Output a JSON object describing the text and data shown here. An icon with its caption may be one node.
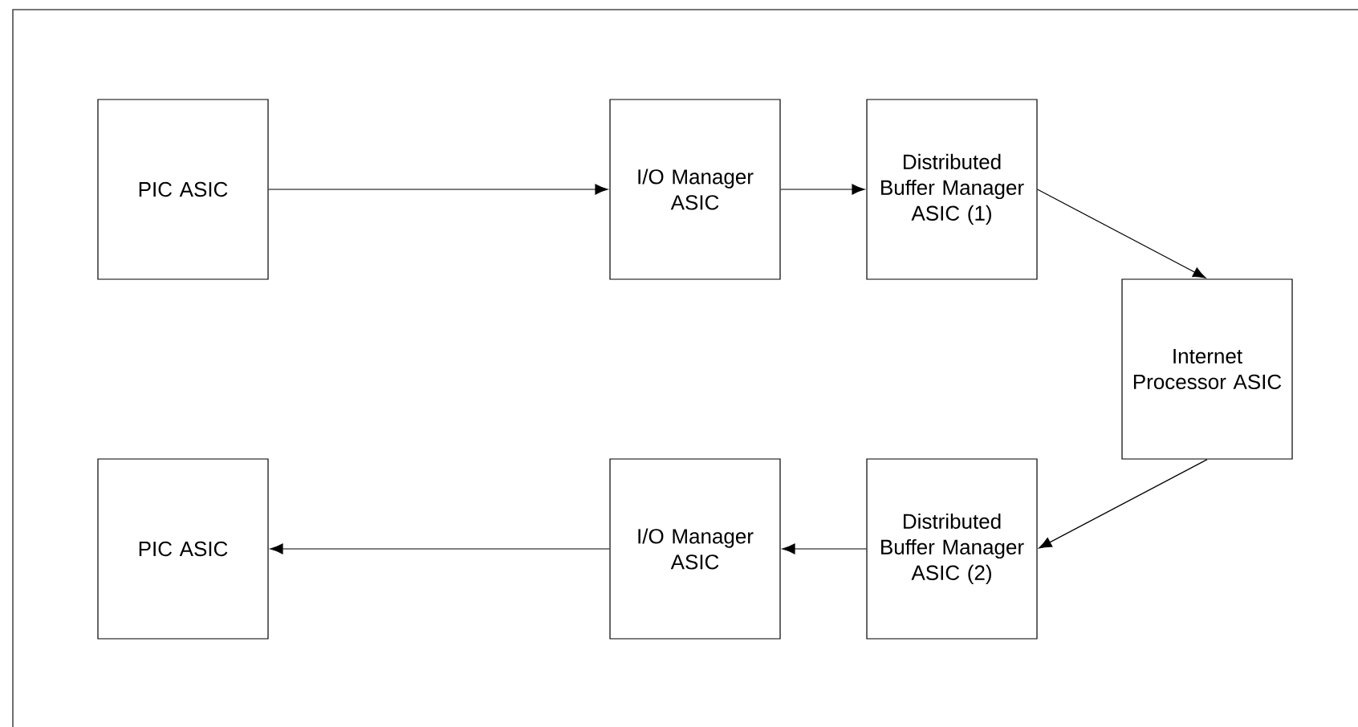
{
  "diagram": {
    "nodes": [
      {
        "text": [
          "PIC ASIC"
        ]
      },
      {
        "text": [
          "I/O Manager ASIC"
        ]
      },
      {
        "text": [
          "Distributed Buffer Manager ASIC (1)"
        ]
      },
      {
        "text": [
          "Internet Processor ASIC"
        ]
      },
      {
        "text": [
          "Distributed Buffer Manager ASIC (2)"
        ]
      },
      {
        "text": [
          "I/O Manager ASIC"
        ]
      },
      {
        "text": [
          "PIC ASIC"
        ]
      }
    ],
    "edges": [
      {
        "from": 0,
        "to": 1,
        "arrow": "to"
      },
      {
        "from": 1,
        "to": 2,
        "arrow": "to"
      },
      {
        "from": 2,
        "to": 3,
        "arrow": "to"
      },
      {
        "from": 3,
        "to": 4,
        "arrow": "to"
      },
      {
        "from": 4,
        "to": 5,
        "arrow": "to"
      },
      {
        "from": 5,
        "to": 6,
        "arrow": "to"
      }
    ]
  }
}
